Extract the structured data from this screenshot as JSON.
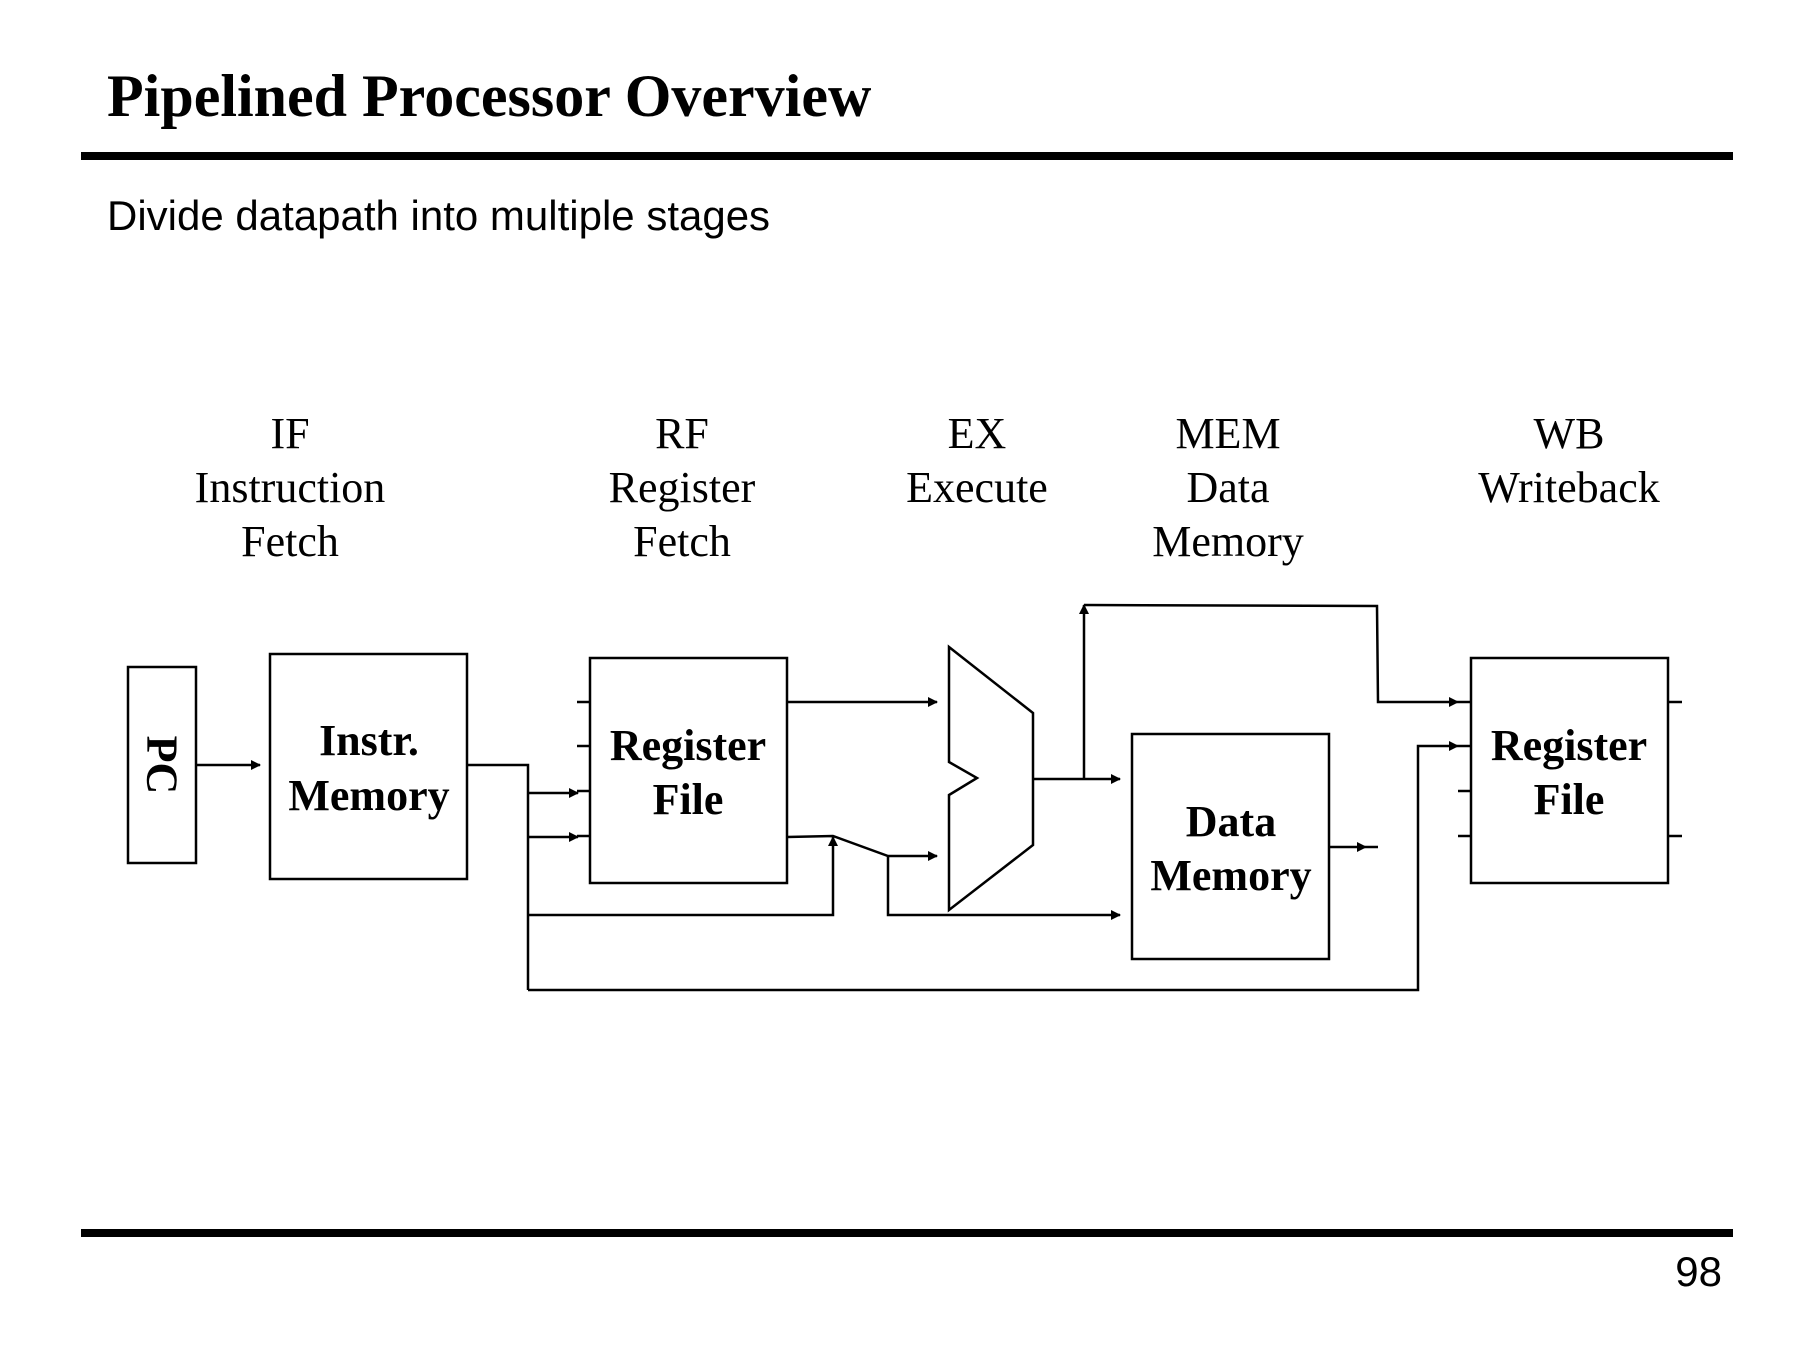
{
  "slide": {
    "title": "Pipelined Processor Overview",
    "subtitle": "Divide datapath into multiple stages",
    "page_number": "98"
  },
  "stages": [
    {
      "abbr": "IF",
      "name_lines": [
        "Instruction",
        "Fetch"
      ]
    },
    {
      "abbr": "RF",
      "name_lines": [
        "Register",
        "Fetch"
      ]
    },
    {
      "abbr": "EX",
      "name_lines": [
        "Execute"
      ]
    },
    {
      "abbr": "MEM",
      "name_lines": [
        "Data",
        "Memory"
      ]
    },
    {
      "abbr": "WB",
      "name_lines": [
        "Writeback"
      ]
    }
  ],
  "blocks": {
    "pc": "PC",
    "instr_memory": [
      "Instr.",
      "Memory"
    ],
    "register_file_rf": [
      "Register",
      "File"
    ],
    "data_memory": [
      "Data",
      "Memory"
    ],
    "register_file_wb": [
      "Register",
      "File"
    ]
  },
  "colors": {
    "ink": "#000000",
    "background": "#ffffff"
  }
}
